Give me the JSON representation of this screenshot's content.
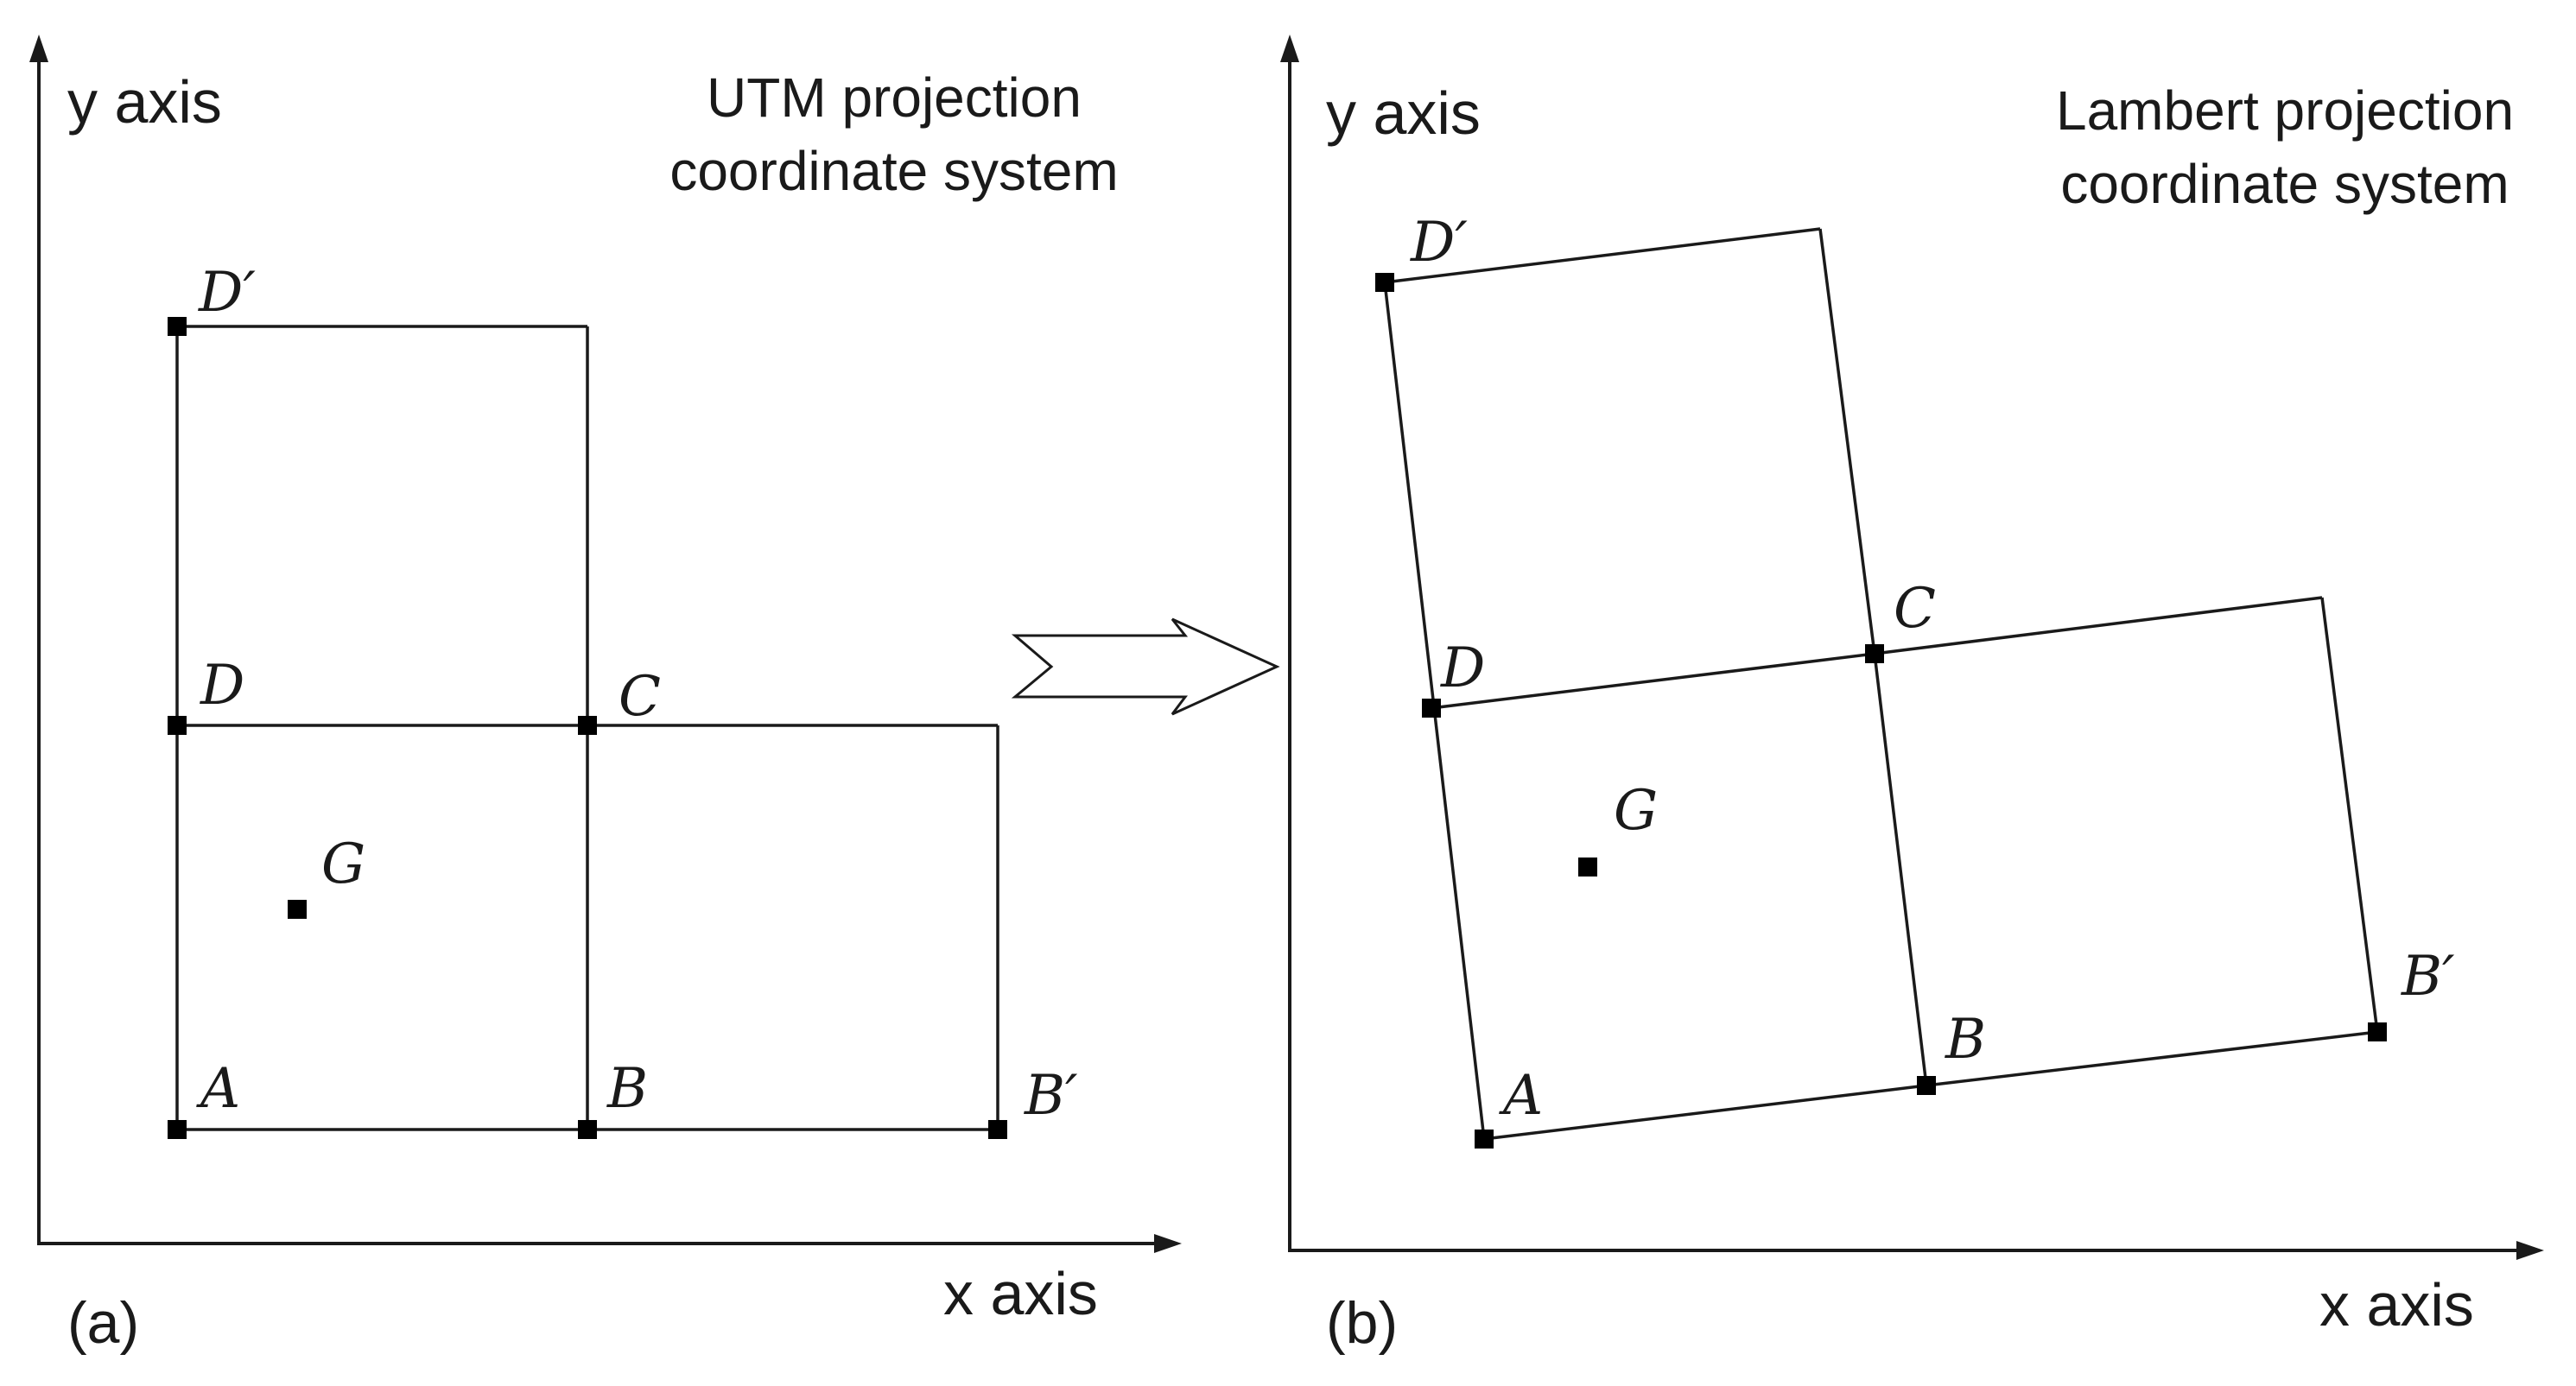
{
  "panels": {
    "a": {
      "label": "(a)",
      "title_line1": "UTM projection",
      "title_line2": "coordinate system",
      "x_axis_label": "x axis",
      "y_axis_label": "y axis",
      "points": {
        "A": "A",
        "B": "B",
        "C": "C",
        "D": "D",
        "G": "G",
        "B_prime": "B′",
        "D_prime": "D′"
      }
    },
    "b": {
      "label": "(b)",
      "title_line1": "Lambert projection",
      "title_line2": "coordinate system",
      "x_axis_label": "x axis",
      "y_axis_label": "y axis",
      "points": {
        "A": "A",
        "B": "B",
        "C": "C",
        "D": "D",
        "G": "G",
        "B_prime": "B′",
        "D_prime": "D′"
      }
    }
  }
}
